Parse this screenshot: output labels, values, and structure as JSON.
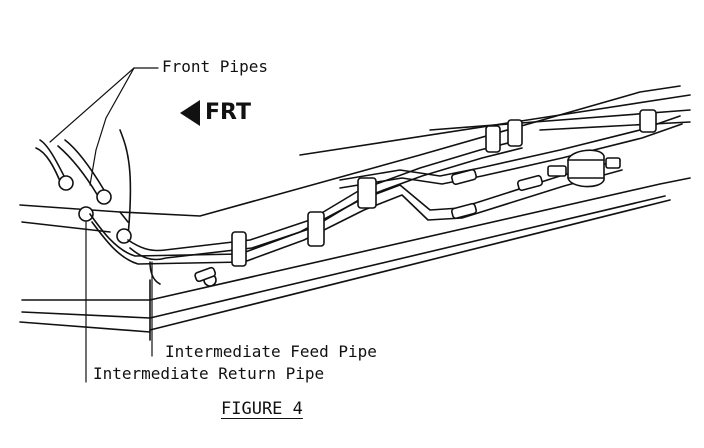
{
  "labels": {
    "front_pipes": "Front Pipes",
    "direction": "FRT",
    "intermediate_feed_pipe": "Intermediate Feed Pipe",
    "intermediate_return_pipe": "Intermediate Return Pipe",
    "caption": "FIGURE 4"
  },
  "colors": {
    "ink": "#111111",
    "paper": "#ffffff"
  }
}
